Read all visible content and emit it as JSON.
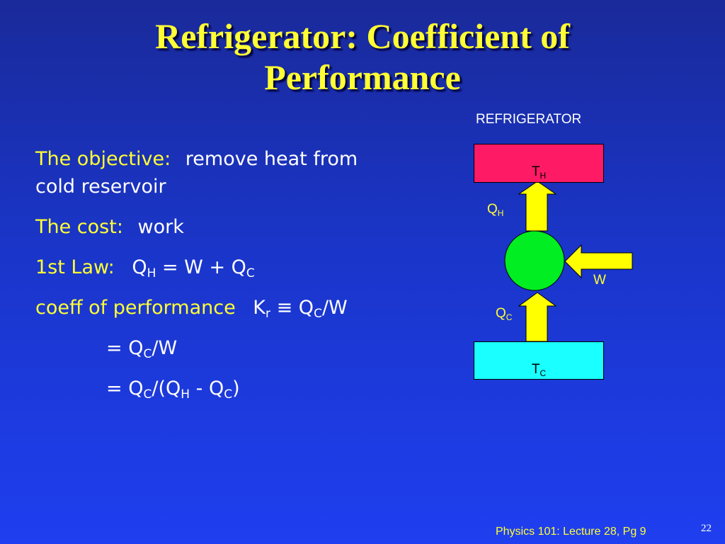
{
  "slide": {
    "title_line1": "Refrigerator: Coefficient of",
    "title_line2": "Performance",
    "objective_label": "The objective:",
    "objective_text": "remove heat from",
    "objective_text2": "cold reservoir",
    "cost_label": "The cost:",
    "cost_text": "work",
    "law_label": "1st Law:",
    "law_q": "Q",
    "law_sub_h": "H",
    "law_eq": " = W + Q",
    "law_sub_c": "C",
    "coeff_label": "coeff of performance",
    "coeff_k": "K",
    "coeff_k_sub": "r",
    "coeff_equiv": " ≡ ",
    "coeff_q": "Q",
    "coeff_sub_c": "C",
    "coeff_tail": "/W",
    "eq2_pre": "= Q",
    "eq2_sub_c": "C",
    "eq2_tail": "/W",
    "eq3_pre": "= Q",
    "eq3_sub_c": "C",
    "eq3_mid": "/(Q",
    "eq3_sub_h": "H",
    "eq3_minus": " - Q",
    "eq3_sub_c2": "C",
    "eq3_close": ")"
  },
  "diagram": {
    "label": "REFRIGERATOR",
    "hot_t": "T",
    "hot_sub": "H",
    "cold_t": "T",
    "cold_sub": "C",
    "qh": "Q",
    "qh_sub": "H",
    "qc": "Q",
    "qc_sub": "C",
    "w": "W",
    "colors": {
      "hot": "#ff1a66",
      "cold": "#1affff",
      "engine": "#00ee22",
      "arrow": "#ffff00"
    }
  },
  "footer": {
    "course": "Physics 101: Lecture 28, Pg 9",
    "page": "22"
  }
}
